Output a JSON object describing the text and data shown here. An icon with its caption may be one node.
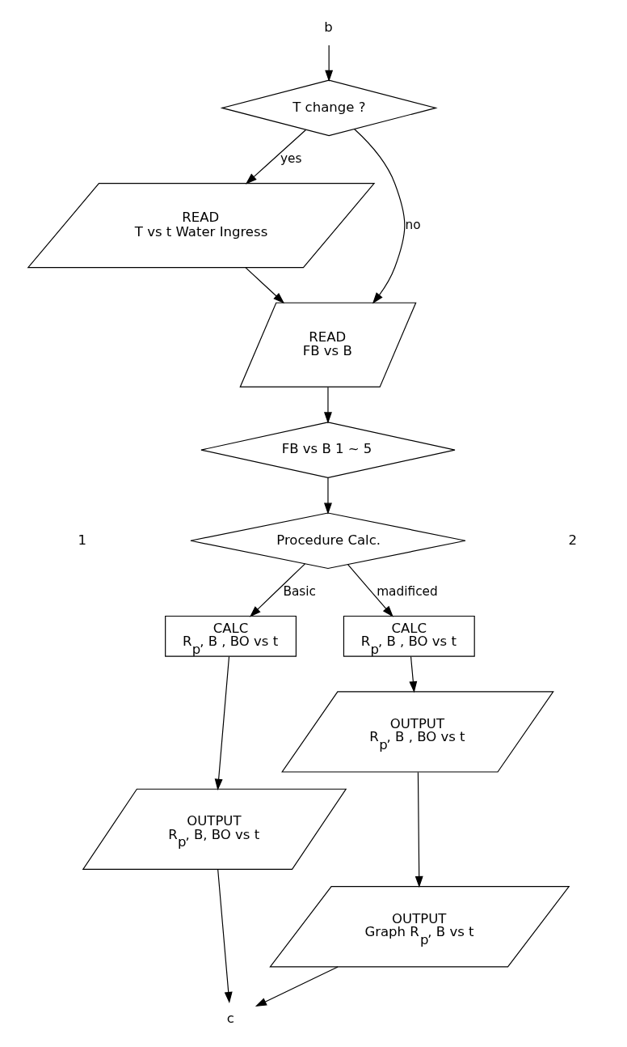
{
  "diagram": {
    "nodes": [
      {
        "text": [
          "b"
        ]
      },
      {
        "text": [
          "T change ?"
        ]
      },
      {
        "text": [
          "READ",
          "T vs t Water Ingress"
        ]
      },
      {
        "text": [
          "READ",
          "FB vs B"
        ]
      },
      {
        "text": [
          "FB vs B 1 ~ 5"
        ]
      },
      {
        "text": [
          "Procedure Calc."
        ]
      },
      {
        "text": [
          "CALC",
          "R$_{p}$, B , BO vs t"
        ]
      },
      {
        "text": [
          "CALC",
          "R$_{p}$, B , BO vs t"
        ]
      },
      {
        "text": [
          "OUTPUT",
          "R$_{p}$, B, BO vs t"
        ]
      },
      {
        "text": [
          "OUTPUT",
          "R$_{p}$, B , BO vs t"
        ]
      },
      {
        "text": [
          "OUTPUT",
          "Graph R$_{p}$, B vs t"
        ]
      },
      {
        "text": [
          "c"
        ]
      }
    ],
    "edges": [
      {
        "from": 0,
        "to": 1,
        "arrow": "to"
      },
      {
        "from": 1,
        "to": 3,
        "arrow": "to",
        "label": "no"
      },
      {
        "from": 1,
        "to": 2,
        "arrow": "to",
        "label": "yes"
      },
      {
        "from": 2,
        "to": 3,
        "arrow": "to"
      },
      {
        "from": 3,
        "to": 4,
        "arrow": "to"
      },
      {
        "from": 4,
        "to": 5,
        "arrow": "to"
      },
      {
        "from": 5,
        "to": 6,
        "arrow": "to",
        "label": "Basic"
      },
      {
        "from": 5,
        "to": 7,
        "arrow": "to",
        "label": "madificed"
      },
      {
        "from": 6,
        "to": 8,
        "arrow": "to"
      },
      {
        "from": 7,
        "to": 9,
        "arrow": "to"
      },
      {
        "from": 9,
        "to": 10,
        "arrow": "to"
      },
      {
        "from": 8,
        "to": 11,
        "arrow": "to"
      },
      {
        "from": 10,
        "to": 11,
        "arrow": "to"
      }
    ],
    "labels": [
      "1",
      "2"
    ]
  }
}
